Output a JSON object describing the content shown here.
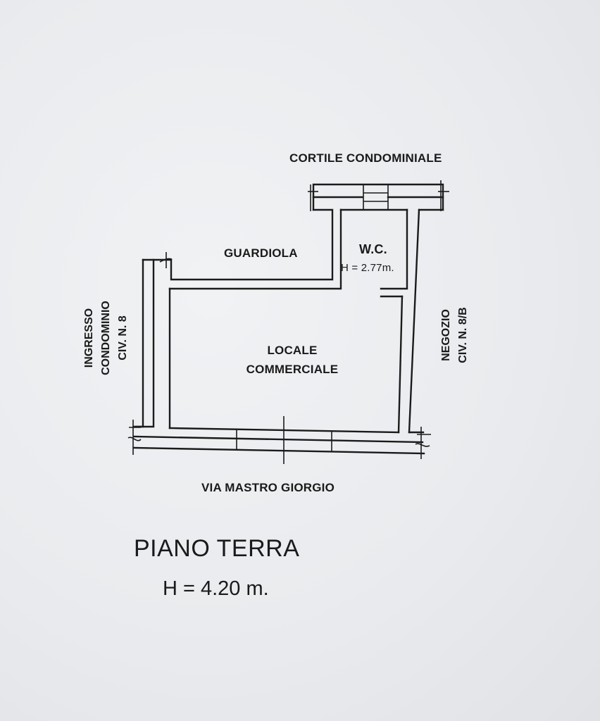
{
  "plan": {
    "top_label": "CORTILE CONDOMINIALE",
    "bottom_label": "VIA MASTRO GIORGIO",
    "left_label": [
      "INGRESSO",
      "CONDOMINIO",
      "CIV. N. 8"
    ],
    "right_label": [
      "NEGOZIO",
      "CIV. N. 8/B"
    ],
    "rooms": {
      "guardiola": "GUARDIOLA",
      "wc_name": "W.C.",
      "wc_height": "H = 2.77m.",
      "locale_line1": "LOCALE",
      "locale_line2": "COMMERCIALE"
    }
  },
  "caption": {
    "title": "PIANO TERRA",
    "height": "H = 4.20 m."
  }
}
